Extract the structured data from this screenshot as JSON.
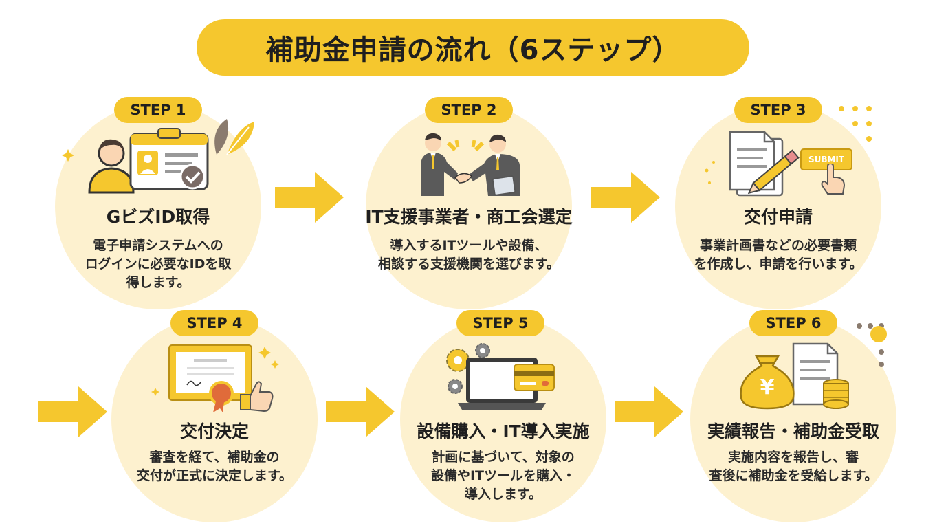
{
  "title": "補助金申請の流れ（6ステップ）",
  "colors": {
    "accent": "#F5C72E",
    "circle_bg": "#FDF1CF",
    "text": "#1f1f1f"
  },
  "steps": [
    {
      "badge": "STEP 1",
      "title": "GビズID取得",
      "desc": [
        "電子申請システムへの",
        "ログインに必要なIDを取",
        "得します。"
      ],
      "icon": "id-card-icon"
    },
    {
      "badge": "STEP 2",
      "title": "IT支援事業者・商工会選定",
      "desc": [
        "導入するITツールや設備、",
        "相談する支援機関を選びます。"
      ],
      "icon": "handshake-icon"
    },
    {
      "badge": "STEP 3",
      "title": "交付申請",
      "desc": [
        "事業計画書などの必要書類",
        "を作成し、申請を行います。"
      ],
      "icon": "document-submit-icon",
      "submit_label": "SUBMIT"
    },
    {
      "badge": "STEP 4",
      "title": "交付決定",
      "desc": [
        "審査を経て、補助金の",
        "交付が正式に決定します。"
      ],
      "icon": "certificate-icon"
    },
    {
      "badge": "STEP 5",
      "title": "設備購入・IT導入実施",
      "desc": [
        "計画に基づいて、対象の",
        "設備やITツールを購入・",
        "導入します。"
      ],
      "icon": "laptop-card-icon"
    },
    {
      "badge": "STEP 6",
      "title": "実績報告・補助金受取",
      "desc": [
        "実施内容を報告し、審",
        "査後に補助金を受給します。"
      ],
      "icon": "money-bag-icon",
      "currency_symbol": "¥"
    }
  ]
}
